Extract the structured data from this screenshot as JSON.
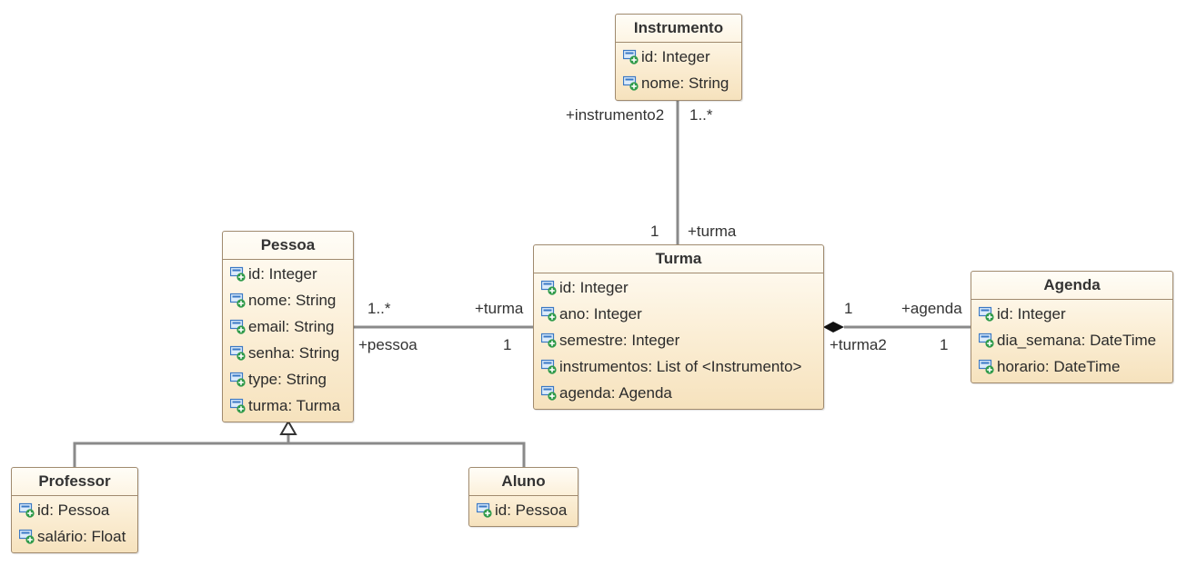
{
  "classes": {
    "instrumento": {
      "name": "Instrumento",
      "attributes": [
        "id: Integer",
        "nome: String"
      ]
    },
    "pessoa": {
      "name": "Pessoa",
      "attributes": [
        "id: Integer",
        "nome: String",
        "email: String",
        "senha: String",
        "type: String",
        "turma: Turma"
      ]
    },
    "turma": {
      "name": "Turma",
      "attributes": [
        "id: Integer",
        "ano: Integer",
        "semestre: Integer",
        "instrumentos: List of <Instrumento>",
        "agenda: Agenda"
      ]
    },
    "agenda": {
      "name": "Agenda",
      "attributes": [
        "id: Integer",
        "dia_semana: DateTime",
        "horario: DateTime"
      ]
    },
    "professor": {
      "name": "Professor",
      "attributes": [
        "id: Pessoa",
        "salário: Float"
      ]
    },
    "aluno": {
      "name": "Aluno",
      "attributes": [
        "id: Pessoa"
      ]
    }
  },
  "relations": {
    "instrumento_turma": {
      "role_top": "+instrumento2",
      "mult_top": "1..*",
      "mult_bottom": "1",
      "role_bottom": "+turma"
    },
    "pessoa_turma": {
      "mult_left": "1..*",
      "role_left": "+pessoa",
      "role_right": "+turma",
      "mult_right": "1"
    },
    "turma_agenda": {
      "mult_left": "1",
      "role_left": "+turma2",
      "role_right": "+agenda",
      "mult_right": "1"
    }
  },
  "icon": "attribute-public-icon",
  "colors": {
    "class_border": "#a08a6e",
    "line": "#8a8a8a",
    "icon_blue": "#3a78c4",
    "icon_green": "#2f9a4a"
  }
}
